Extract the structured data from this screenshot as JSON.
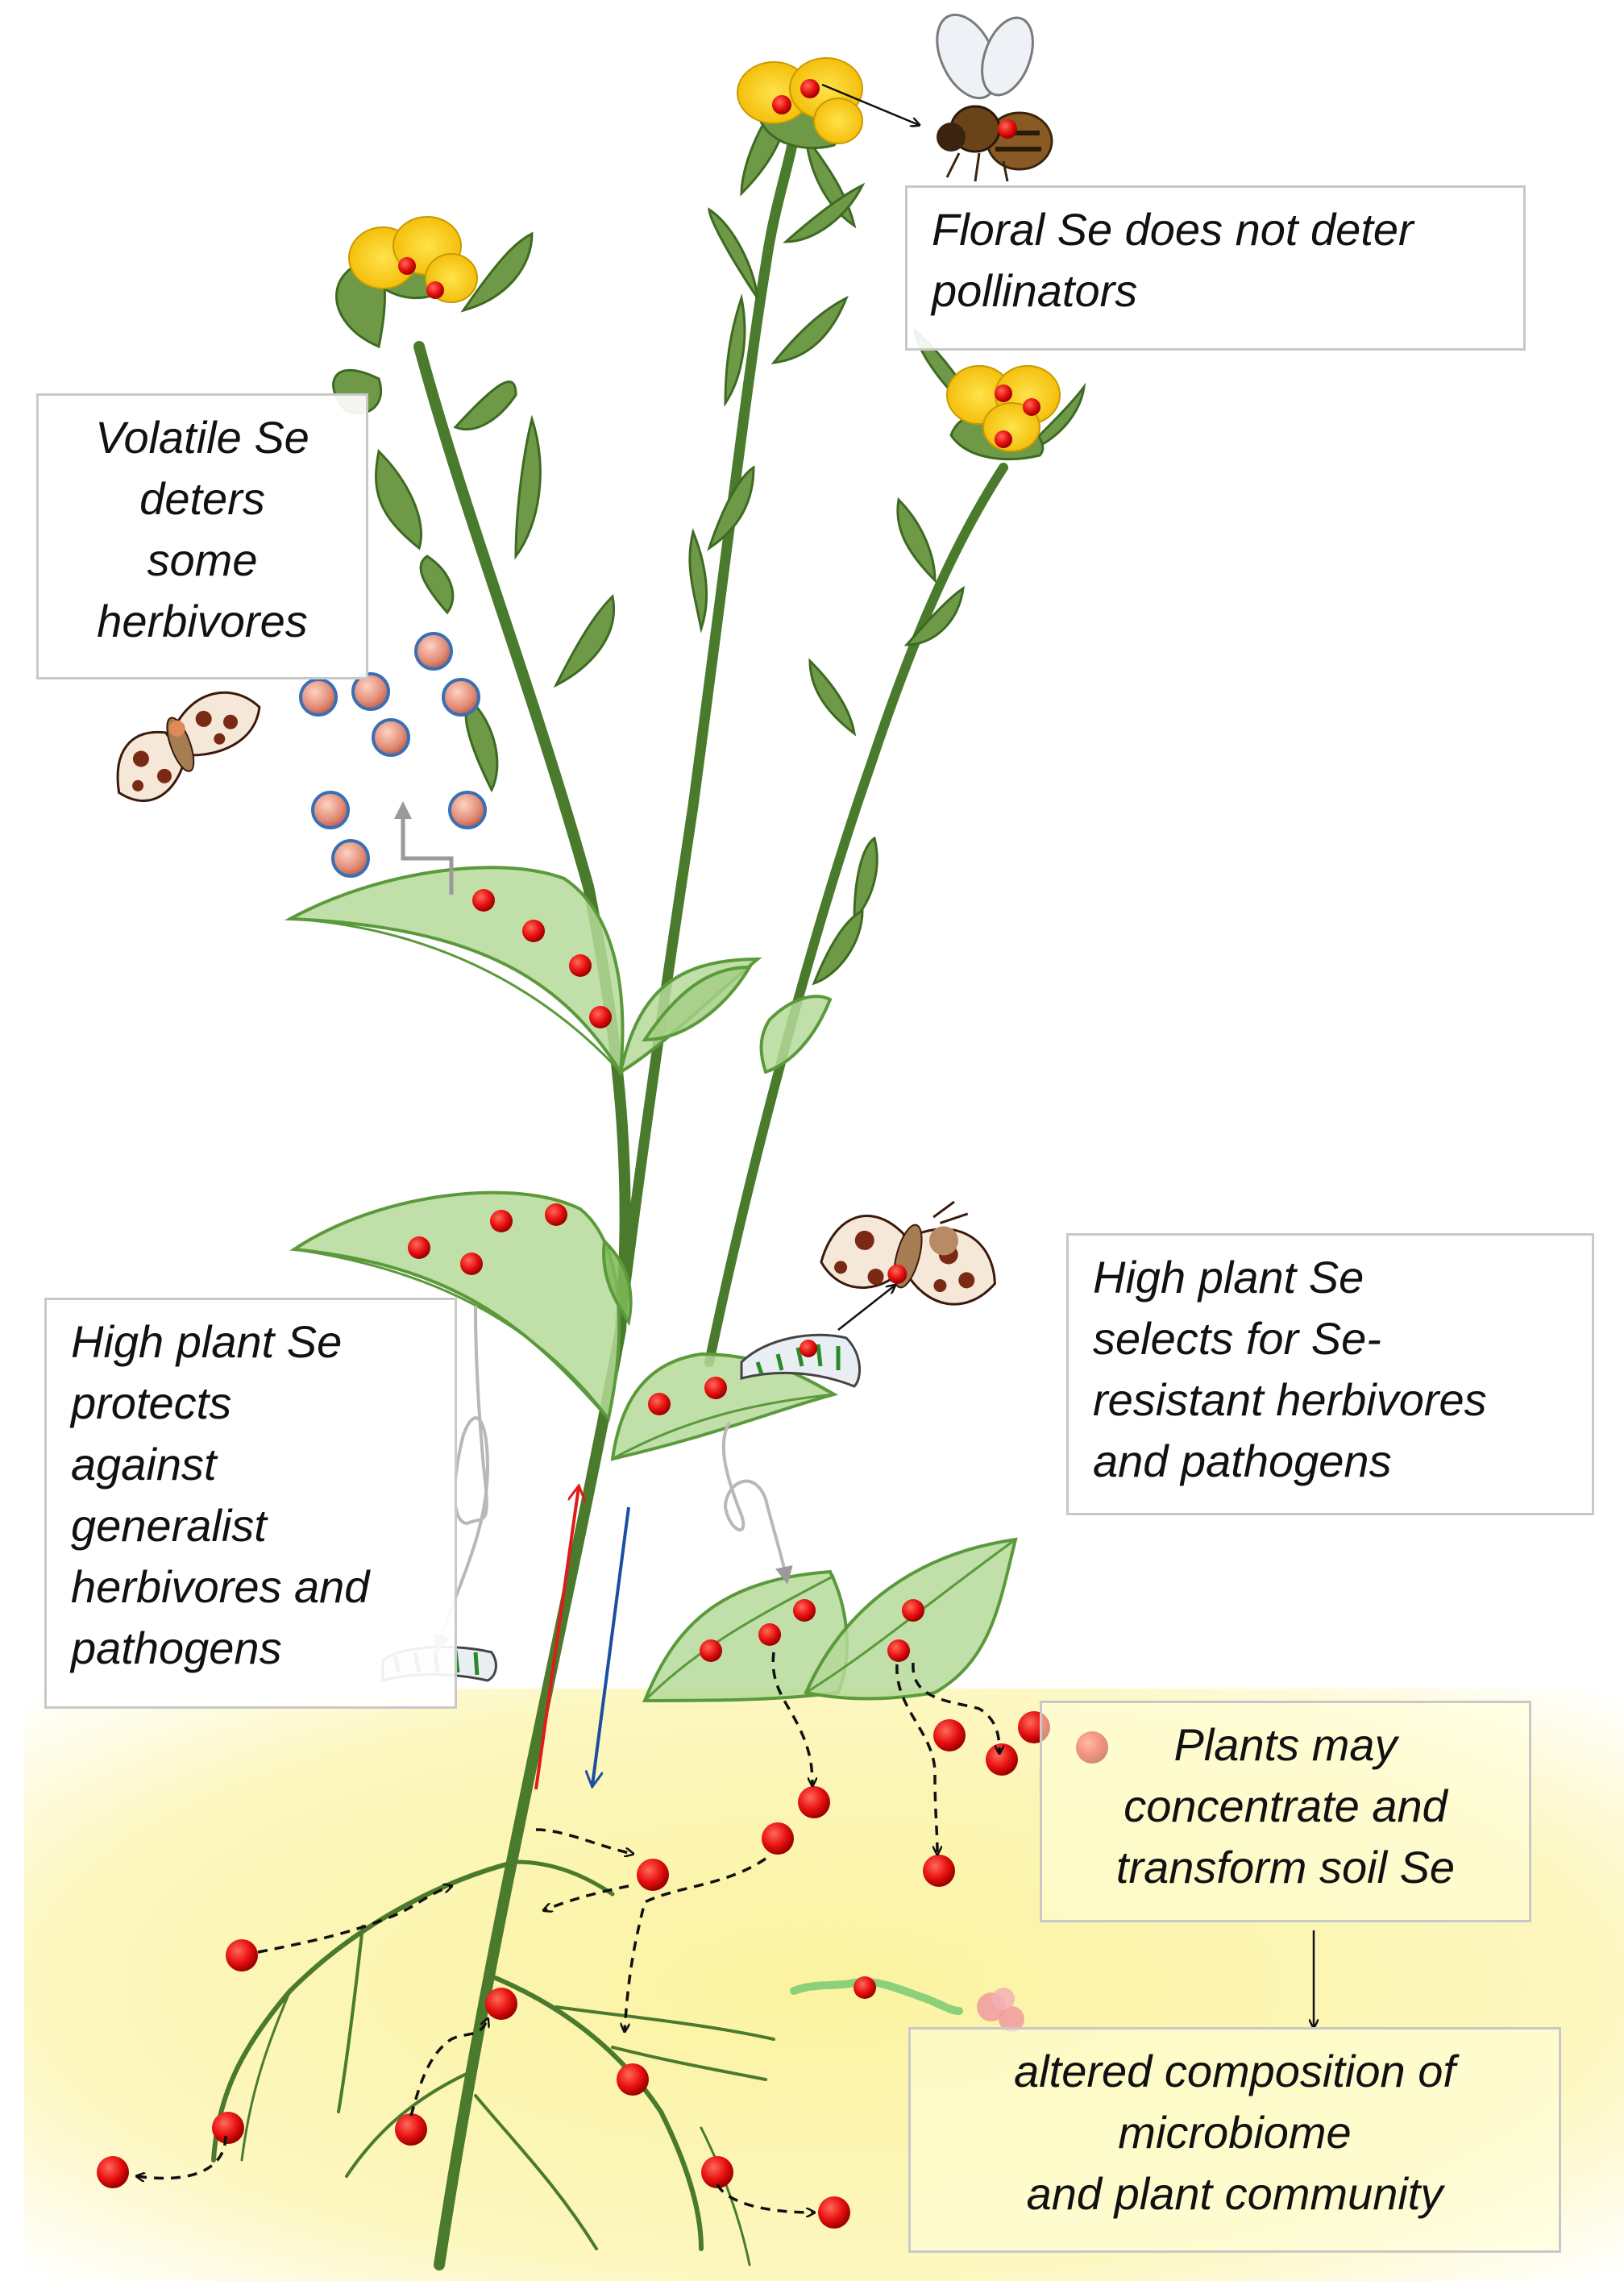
{
  "callouts": {
    "floral": {
      "lines": [
        "Floral Se does not deter",
        "pollinators"
      ]
    },
    "volatile": {
      "lines": [
        "Volatile Se",
        "deters",
        "some",
        "herbivores"
      ]
    },
    "protects": {
      "lines": [
        "High plant Se",
        "protects",
        "against",
        "generalist",
        "herbivores and",
        "pathogens"
      ]
    },
    "selects": {
      "lines": [
        "High plant Se",
        "selects for Se-",
        "resistant herbivores",
        "and pathogens"
      ]
    },
    "concentrate": {
      "lines": [
        "Plants may",
        "concentrate and",
        "transform soil Se"
      ]
    },
    "altered": {
      "lines": [
        "altered composition of",
        "microbiome",
        "and plant community"
      ]
    }
  },
  "colors": {
    "stem": "#4a7a2c",
    "leaf_fill": "#b5d99a",
    "leaf_edge": "#5a9a3a",
    "selenium_dot": "#ee1111",
    "volatile_dot": "#e89a86",
    "volatile_ring": "#3b6fb4",
    "flower": "#ffd21a",
    "soil": "#fbf6a6",
    "arrow_up": "#e11a1a",
    "arrow_down": "#1b4fa0"
  },
  "icons": [
    "bee-icon",
    "moth-icon",
    "caterpillar-icon",
    "microbe-icon",
    "flower-icon"
  ]
}
